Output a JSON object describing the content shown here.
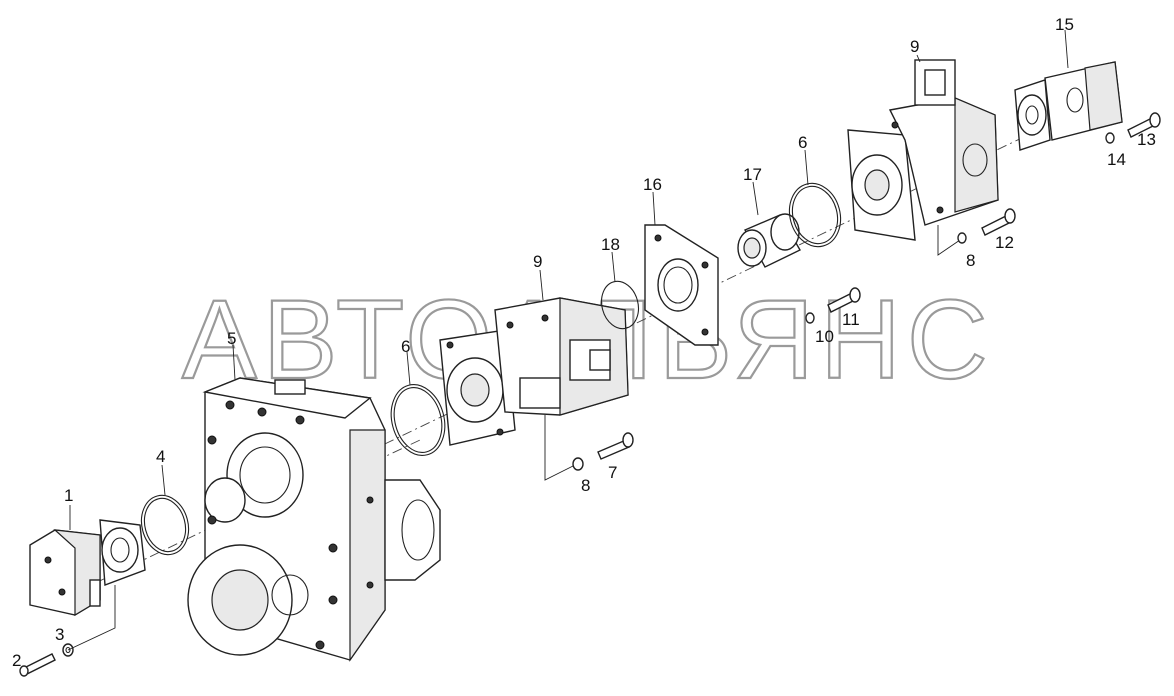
{
  "watermark": "АВТОАЛЬЯНС",
  "callouts": {
    "c1": "1",
    "c2": "2",
    "c3": "3",
    "c4": "4",
    "c5": "5",
    "c6a": "6",
    "c6b": "6",
    "c7": "7",
    "c8a": "8",
    "c8b": "8",
    "c9a": "9",
    "c9b": "9",
    "c10": "10",
    "c11": "11",
    "c12": "12",
    "c13": "13",
    "c14": "14",
    "c15": "15",
    "c16": "16",
    "c17": "17",
    "c18": "18"
  }
}
